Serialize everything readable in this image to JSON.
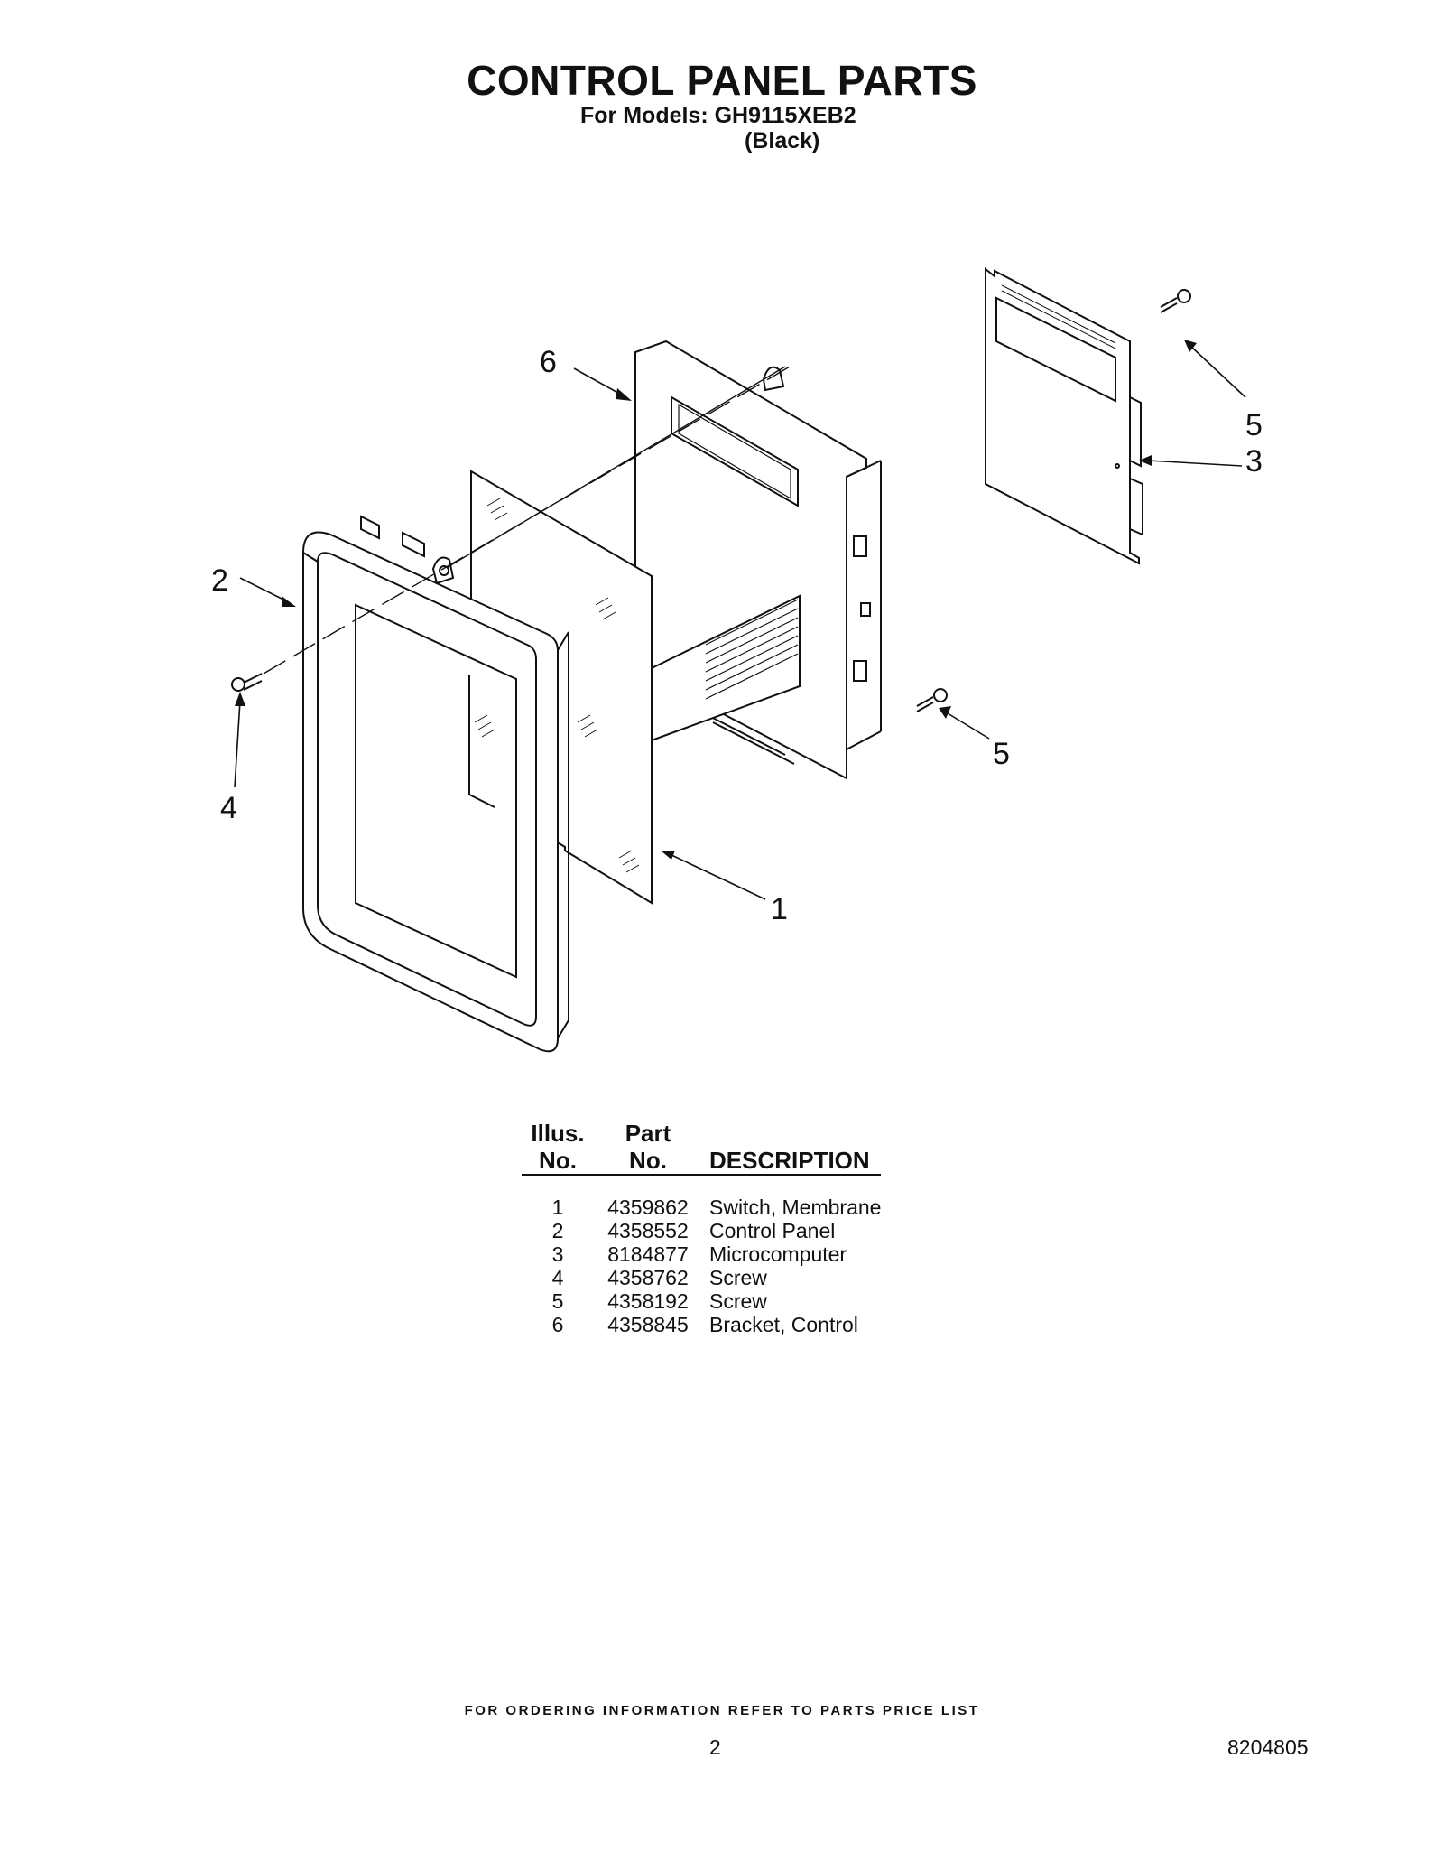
{
  "header": {
    "title": "CONTROL PANEL PARTS",
    "models_line": "For Models: GH9115XEB2",
    "color_line": "(Black)"
  },
  "diagram": {
    "callouts": [
      "6",
      "5",
      "3",
      "2",
      "5",
      "4",
      "1"
    ]
  },
  "parts_table": {
    "headers": {
      "illus_line1": "Illus.",
      "illus_line2": "No.",
      "part_line1": "Part",
      "part_line2": "No.",
      "description": "DESCRIPTION"
    },
    "rows": [
      {
        "illus": "1",
        "part": "4359862",
        "description": "Switch, Membrane"
      },
      {
        "illus": "2",
        "part": "4358552",
        "description": "Control Panel"
      },
      {
        "illus": "3",
        "part": "8184877",
        "description": "Microcomputer"
      },
      {
        "illus": "4",
        "part": "4358762",
        "description": "Screw"
      },
      {
        "illus": "5",
        "part": "4358192",
        "description": "Screw"
      },
      {
        "illus": "6",
        "part": "4358845",
        "description": "Bracket, Control"
      }
    ]
  },
  "footer": {
    "ordering_note": "FOR ORDERING INFORMATION REFER TO PARTS PRICE LIST",
    "page_number": "2",
    "document_number": "8204805"
  }
}
